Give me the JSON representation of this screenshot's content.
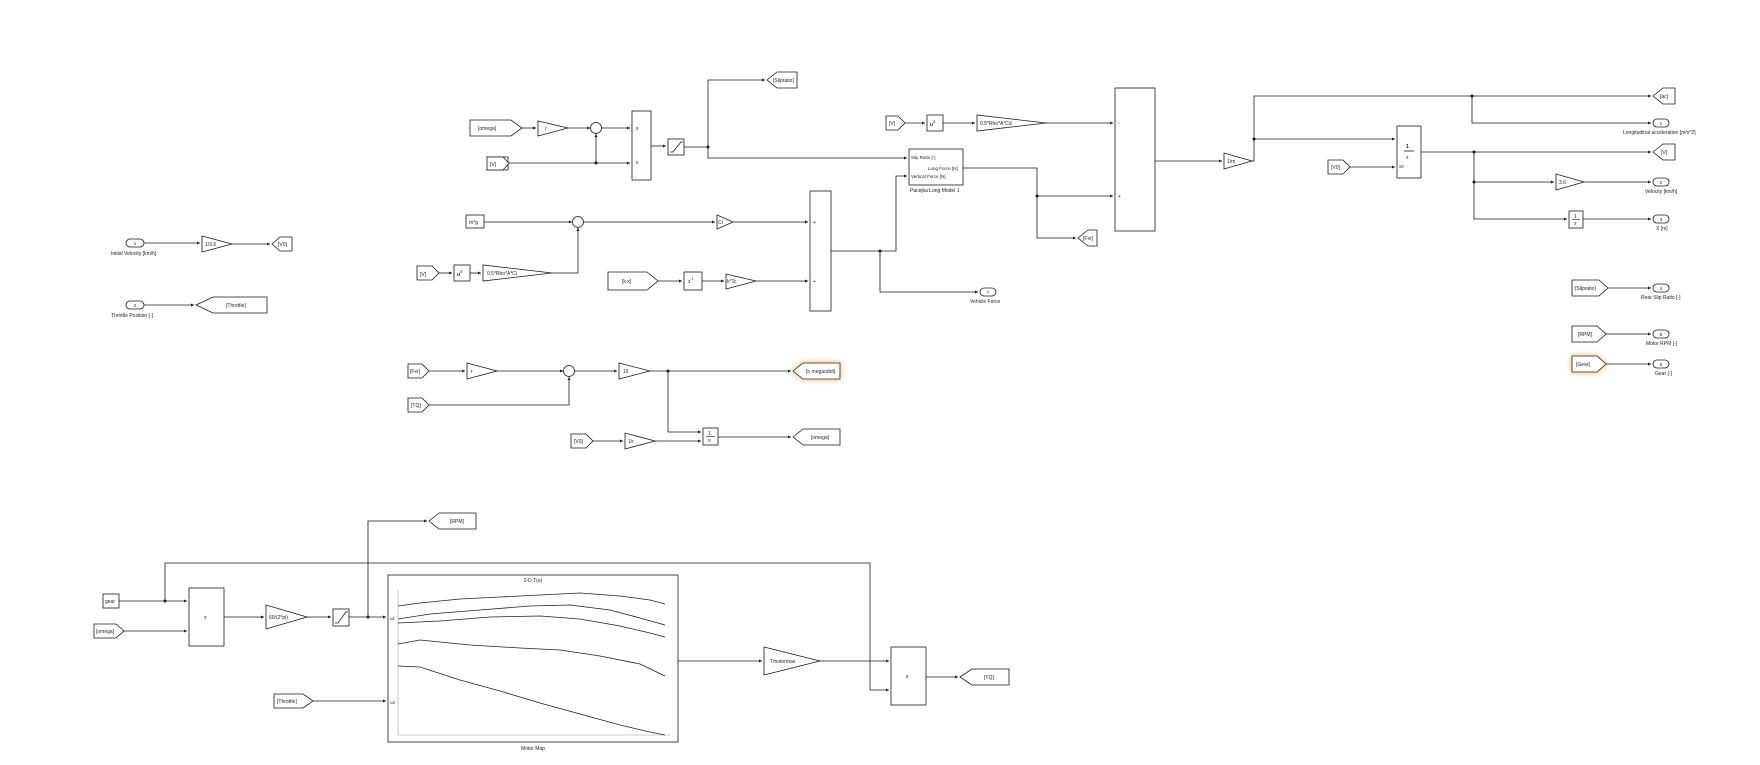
{
  "inports": [
    {
      "num": "1",
      "name": "Initial Velocity [km/h]"
    },
    {
      "num": "2",
      "name": "Throttle Position [-]"
    }
  ],
  "outports": [
    {
      "num": "1",
      "name": "Longitudinal acceleration [m/s^2]"
    },
    {
      "num": "2",
      "name": "Velocity [km/h]"
    },
    {
      "num": "3",
      "name": "X [m]"
    },
    {
      "num": "4",
      "name": "Rear Slip Ratio [-]"
    },
    {
      "num": "5",
      "name": "Motor RPM [-]"
    },
    {
      "num": "6",
      "name": "Gear [-]"
    },
    {
      "num": "7",
      "name": "Vehicle Force"
    }
  ],
  "gotos": {
    "v0": "[V0]",
    "throttle": "[Throttle]",
    "slipratio": "[Slipratio]",
    "fxr": "[Fxr]",
    "a": "[ac]",
    "v": "[V]",
    "omegadot": "[o megaodot]",
    "omega": "[omega]",
    "rpm": "[RPM]",
    "tq": "[TQ]"
  },
  "froms": {
    "omega_r": "[omega]",
    "v_r": "[V]",
    "mg": "m*g",
    "v_aero": "[V]",
    "v_drag": "[V]",
    "v0_int": "[V0]",
    "slipratio": "[Slipratio]",
    "rpm": "[RPM]",
    "gear_out": "[Gear]",
    "fxr": "[Fxr]",
    "tq": "[TQ]",
    "v0_omega": "[V0]",
    "gear_motor": "gear",
    "omega_motor": "[omega]",
    "throttle_motor": "[Throttle]",
    "kx": "[k x]"
  },
  "gains": {
    "kmh_to_ms": "1/3.6",
    "r": "r",
    "crr": "Cr",
    "aero_down": "0.5*Rho*A*Cl",
    "aero_drag": "0.5*Rho*A*Cd",
    "kt": "k*Tc",
    "one_m": "1/m",
    "ms_to_kmh": "3.6",
    "r2": "r",
    "one_i": "1/I",
    "one_r": "1/r",
    "rads_to_rpm": "60/(2*pi)",
    "tmotormax": "Tmotormax"
  },
  "math": {
    "u2": "u",
    "u2_sup": "2",
    "zinv": "z",
    "zinv_sup": "-1",
    "int_num": "1",
    "int_den": "s",
    "int_x0": "x0",
    "product": "x",
    "minus": "-",
    "plus": "+"
  },
  "pacejka": {
    "in_slip": "Slip Ratio [-]",
    "in_vf": "Vertical Force [N]",
    "out_force": "Long.Force [N]",
    "name": "Pacejka Long Model 1"
  },
  "lookup": {
    "title": "2-D T(u)",
    "u1": "u1",
    "u2": "u2",
    "name": "Motor Map"
  },
  "icons": [
    "saturation-icon",
    "integrator-icon",
    "lookup-plot-icon"
  ]
}
